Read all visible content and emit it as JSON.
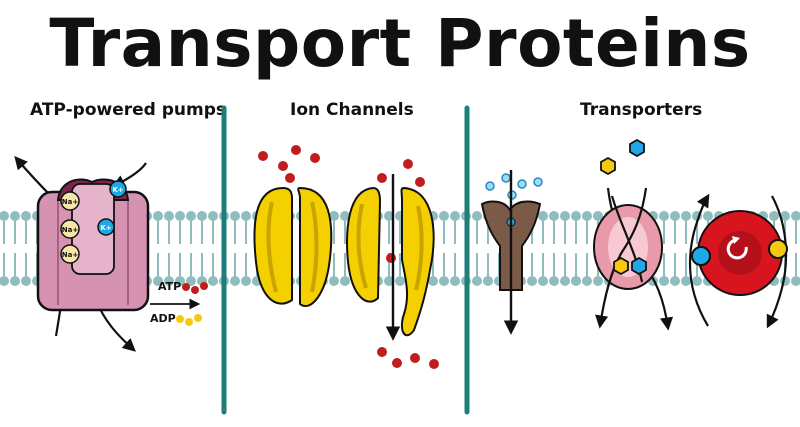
{
  "title": "Transport Proteins",
  "sections": {
    "pumps": {
      "label": "ATP-powered pumps",
      "ion_na": "Na+",
      "ion_k": "K+",
      "atp": "ATP",
      "adp": "ADP"
    },
    "channels": {
      "label": "Ion Channels"
    },
    "transporters": {
      "label": "Transporters"
    }
  },
  "colors": {
    "divider": "#1e7f78",
    "membrane": "#8fbcbc",
    "pump_body": "#d693b1",
    "pump_top": "#7a2450",
    "channel": "#f5d000",
    "channel_dark": "#c9a400",
    "ion_red": "#c11d1d",
    "ion_blue": "#1ea8e6",
    "ion_yellow": "#f6c90e",
    "brown_channel": "#7b5a48",
    "uniporter_pink": "#e99aaa",
    "antiporter_red": "#d8141e"
  },
  "icons": {
    "rotation": "rotation-arrow-icon",
    "arrow": "arrow-icon"
  }
}
